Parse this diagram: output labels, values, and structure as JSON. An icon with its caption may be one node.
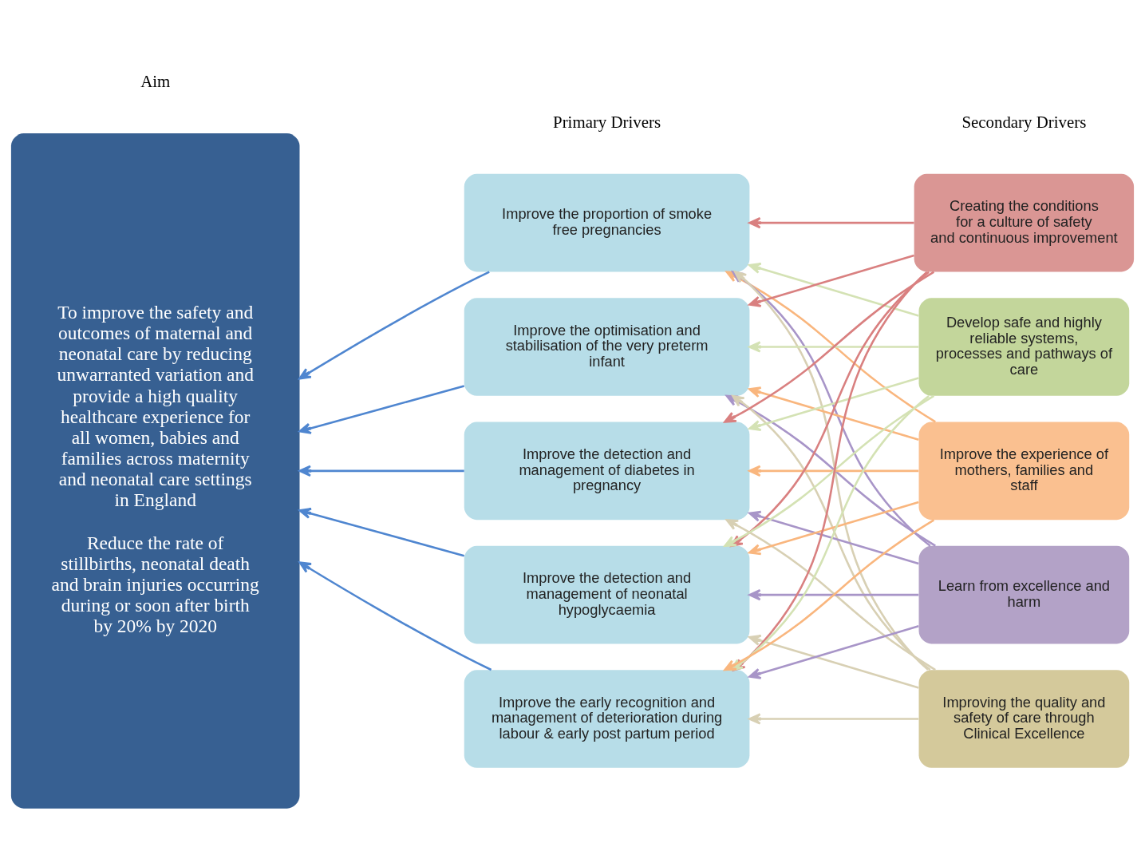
{
  "diagram": {
    "nodes": [
      {
        "text": [
          "To improve the safety and outcomes of maternal and neonatal care by reducing unwarranted variation and provide a high quality healthcare experience for all women, babies and families across maternity and neonatal care settings in England",
          "Reduce the rate of stillbirths, neonatal death and brain injuries occurring during or soon after birth by 20% by 2020"
        ]
      },
      {
        "text": [
          "Improve the proportion of smoke free pregnancies"
        ]
      },
      {
        "text": [
          "Improve the optimisation and stabilisation of the very preterm infant"
        ]
      },
      {
        "text": [
          "Improve the detection and management of diabetes in pregnancy"
        ]
      },
      {
        "text": [
          "Improve the detection and management of neonatal hypoglycaemia"
        ]
      },
      {
        "text": [
          "Improve the early recognition and management of deterioration during labour & early post partum period"
        ]
      },
      {
        "text": [
          "Creating the conditions for a culture of safety and continuous improvement"
        ]
      },
      {
        "text": [
          "Develop safe and highly reliable systems, processes and pathways of care"
        ]
      },
      {
        "text": [
          "Improve the experience of mothers, families and staff"
        ]
      },
      {
        "text": [
          "Learn from excellence and harm"
        ]
      },
      {
        "text": [
          "Improving the quality and safety of care through Clinical Excellence"
        ]
      }
    ],
    "edges": [
      {
        "from": 1,
        "to": 0,
        "arrow": "to",
        "color": "#4f86d0"
      },
      {
        "from": 2,
        "to": 0,
        "arrow": "to",
        "color": "#4f86d0"
      },
      {
        "from": 3,
        "to": 0,
        "arrow": "to",
        "color": "#4f86d0"
      },
      {
        "from": 4,
        "to": 0,
        "arrow": "to",
        "color": "#4f86d0"
      },
      {
        "from": 5,
        "to": 0,
        "arrow": "to",
        "color": "#4f86d0"
      },
      {
        "from": 6,
        "to": 1,
        "arrow": "to",
        "color": "#d98080"
      },
      {
        "from": 6,
        "to": 2,
        "arrow": "to",
        "color": "#d98080"
      },
      {
        "from": 6,
        "to": 3,
        "arrow": "to",
        "color": "#d98080"
      },
      {
        "from": 6,
        "to": 4,
        "arrow": "to",
        "color": "#d98080"
      },
      {
        "from": 6,
        "to": 5,
        "arrow": "to",
        "color": "#d98080"
      },
      {
        "from": 7,
        "to": 1,
        "arrow": "to",
        "color": "#d4e2b4"
      },
      {
        "from": 7,
        "to": 2,
        "arrow": "to",
        "color": "#d4e2b4"
      },
      {
        "from": 7,
        "to": 3,
        "arrow": "to",
        "color": "#d4e2b4"
      },
      {
        "from": 7,
        "to": 4,
        "arrow": "to",
        "color": "#d4e2b4"
      },
      {
        "from": 7,
        "to": 5,
        "arrow": "to",
        "color": "#d4e2b4"
      },
      {
        "from": 8,
        "to": 1,
        "arrow": "to",
        "color": "#f9b67e"
      },
      {
        "from": 8,
        "to": 2,
        "arrow": "to",
        "color": "#f9b67e"
      },
      {
        "from": 8,
        "to": 3,
        "arrow": "to",
        "color": "#f9b67e"
      },
      {
        "from": 8,
        "to": 4,
        "arrow": "to",
        "color": "#f9b67e"
      },
      {
        "from": 8,
        "to": 5,
        "arrow": "to",
        "color": "#f9b67e"
      },
      {
        "from": 9,
        "to": 1,
        "arrow": "to",
        "color": "#a895c8"
      },
      {
        "from": 9,
        "to": 2,
        "arrow": "to",
        "color": "#a895c8"
      },
      {
        "from": 9,
        "to": 3,
        "arrow": "to",
        "color": "#a895c8"
      },
      {
        "from": 9,
        "to": 4,
        "arrow": "to",
        "color": "#a895c8"
      },
      {
        "from": 9,
        "to": 5,
        "arrow": "to",
        "color": "#a895c8"
      },
      {
        "from": 10,
        "to": 1,
        "arrow": "to",
        "color": "#d8d0b4"
      },
      {
        "from": 10,
        "to": 2,
        "arrow": "to",
        "color": "#d8d0b4"
      },
      {
        "from": 10,
        "to": 3,
        "arrow": "to",
        "color": "#d8d0b4"
      },
      {
        "from": 10,
        "to": 4,
        "arrow": "to",
        "color": "#d8d0b4"
      },
      {
        "from": 10,
        "to": 5,
        "arrow": "to",
        "color": "#d8d0b4"
      }
    ],
    "labels": [
      "Aim",
      "Primary Drivers",
      "Secondary Drivers"
    ]
  }
}
